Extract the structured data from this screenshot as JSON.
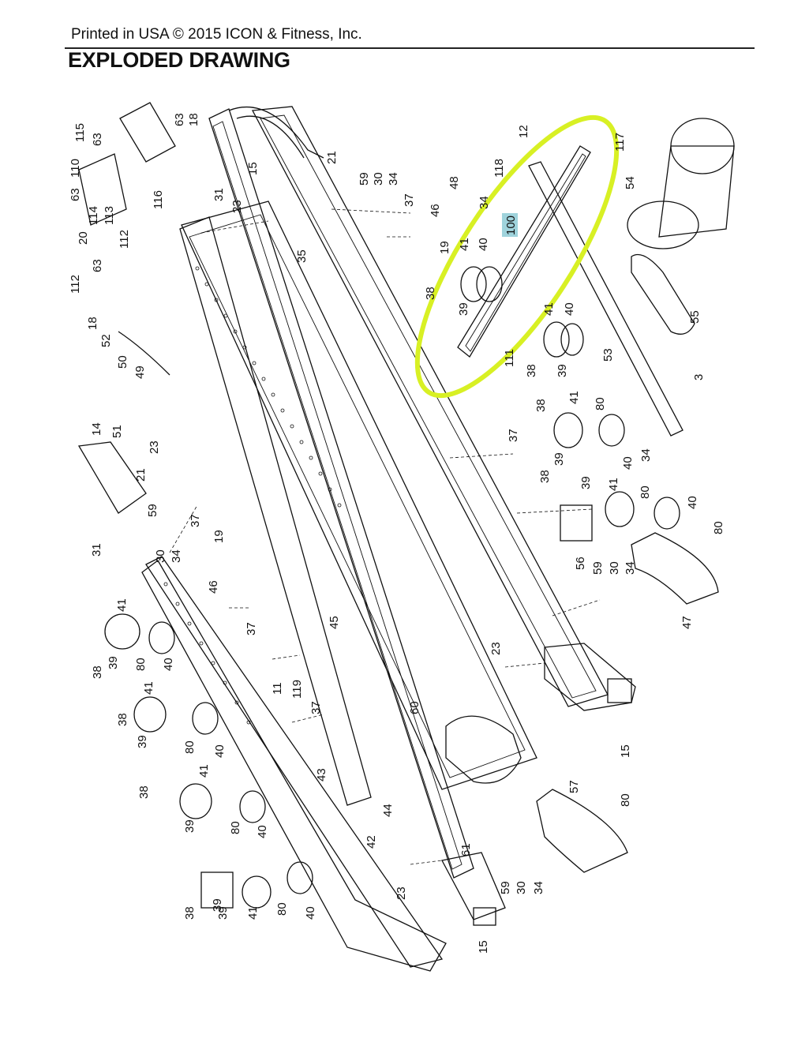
{
  "header": {
    "printed_line": "Printed in USA © 2015 ICON & Fitness, Inc.",
    "title": "EXPLODED DRAWING"
  },
  "highlight": {
    "color": "#d8f024",
    "label": "100",
    "label_color": "#9fd3dc"
  },
  "callouts": [
    {
      "id": "c1",
      "t": "115"
    },
    {
      "id": "c2",
      "t": "63"
    },
    {
      "id": "c3",
      "t": "110"
    },
    {
      "id": "c4",
      "t": "63"
    },
    {
      "id": "c5",
      "t": "114"
    },
    {
      "id": "c6",
      "t": "113"
    },
    {
      "id": "c7",
      "t": "116"
    },
    {
      "id": "c8",
      "t": "63"
    },
    {
      "id": "c9",
      "t": "18"
    },
    {
      "id": "c10",
      "t": "20"
    },
    {
      "id": "c11",
      "t": "63"
    },
    {
      "id": "c12",
      "t": "112"
    },
    {
      "id": "c13",
      "t": "112"
    },
    {
      "id": "c14",
      "t": "18"
    },
    {
      "id": "c15",
      "t": "31"
    },
    {
      "id": "c16",
      "t": "23"
    },
    {
      "id": "c17",
      "t": "15"
    },
    {
      "id": "c18",
      "t": "21"
    },
    {
      "id": "c19",
      "t": "59"
    },
    {
      "id": "c20",
      "t": "30"
    },
    {
      "id": "c21",
      "t": "34"
    },
    {
      "id": "c22",
      "t": "37"
    },
    {
      "id": "c23",
      "t": "48"
    },
    {
      "id": "c24",
      "t": "118"
    },
    {
      "id": "c25",
      "t": "12"
    },
    {
      "id": "c26",
      "t": "117"
    },
    {
      "id": "c27",
      "t": "54"
    },
    {
      "id": "c28",
      "t": "35"
    },
    {
      "id": "c29",
      "t": "46"
    },
    {
      "id": "c30",
      "t": "19"
    },
    {
      "id": "c31",
      "t": "34"
    },
    {
      "id": "c32",
      "t": "41"
    },
    {
      "id": "c33",
      "t": "40"
    },
    {
      "id": "c34",
      "t": "38"
    },
    {
      "id": "c35",
      "t": "39"
    },
    {
      "id": "c36",
      "t": "52"
    },
    {
      "id": "c37",
      "t": "50"
    },
    {
      "id": "c38",
      "t": "49"
    },
    {
      "id": "c39",
      "t": "41"
    },
    {
      "id": "c40",
      "t": "40"
    },
    {
      "id": "c41",
      "t": "38"
    },
    {
      "id": "c42",
      "t": "39"
    },
    {
      "id": "c43",
      "t": "111"
    },
    {
      "id": "c44",
      "t": "55"
    },
    {
      "id": "c45",
      "t": "53"
    },
    {
      "id": "c46",
      "t": "3"
    },
    {
      "id": "c47",
      "t": "14"
    },
    {
      "id": "c48",
      "t": "51"
    },
    {
      "id": "c49",
      "t": "23"
    },
    {
      "id": "c50",
      "t": "21"
    },
    {
      "id": "c51",
      "t": "38"
    },
    {
      "id": "c52",
      "t": "41"
    },
    {
      "id": "c53",
      "t": "80"
    },
    {
      "id": "c54",
      "t": "39"
    },
    {
      "id": "c55",
      "t": "40"
    },
    {
      "id": "c56",
      "t": "37"
    },
    {
      "id": "c57",
      "t": "34"
    },
    {
      "id": "c58",
      "t": "31"
    },
    {
      "id": "c59",
      "t": "59"
    },
    {
      "id": "c60",
      "t": "30"
    },
    {
      "id": "c61",
      "t": "34"
    },
    {
      "id": "c62",
      "t": "37"
    },
    {
      "id": "c63",
      "t": "19"
    },
    {
      "id": "c64",
      "t": "46"
    },
    {
      "id": "c65",
      "t": "38"
    },
    {
      "id": "c66",
      "t": "39"
    },
    {
      "id": "c67",
      "t": "41"
    },
    {
      "id": "c68",
      "t": "80"
    },
    {
      "id": "c69",
      "t": "40"
    },
    {
      "id": "c70",
      "t": "80"
    },
    {
      "id": "c71",
      "t": "56"
    },
    {
      "id": "c72",
      "t": "59"
    },
    {
      "id": "c73",
      "t": "30"
    },
    {
      "id": "c74",
      "t": "34"
    },
    {
      "id": "c75",
      "t": "47"
    },
    {
      "id": "c76",
      "t": "45"
    },
    {
      "id": "c77",
      "t": "37"
    },
    {
      "id": "c78",
      "t": "41"
    },
    {
      "id": "c79",
      "t": "38"
    },
    {
      "id": "c80",
      "t": "39"
    },
    {
      "id": "c81",
      "t": "80"
    },
    {
      "id": "c82",
      "t": "40"
    },
    {
      "id": "c83",
      "t": "23"
    },
    {
      "id": "c84",
      "t": "11"
    },
    {
      "id": "c85",
      "t": "119"
    },
    {
      "id": "c86",
      "t": "37"
    },
    {
      "id": "c87",
      "t": "60"
    },
    {
      "id": "c88",
      "t": "41"
    },
    {
      "id": "c89",
      "t": "38"
    },
    {
      "id": "c90",
      "t": "39"
    },
    {
      "id": "c91",
      "t": "80"
    },
    {
      "id": "c92",
      "t": "40"
    },
    {
      "id": "c93",
      "t": "15"
    },
    {
      "id": "c94",
      "t": "43"
    },
    {
      "id": "c95",
      "t": "41"
    },
    {
      "id": "c96",
      "t": "38"
    },
    {
      "id": "c97",
      "t": "39"
    },
    {
      "id": "c98",
      "t": "80"
    },
    {
      "id": "c99",
      "t": "40"
    },
    {
      "id": "c100",
      "t": "44"
    },
    {
      "id": "c101",
      "t": "57"
    },
    {
      "id": "c102",
      "t": "80"
    },
    {
      "id": "c103",
      "t": "42"
    },
    {
      "id": "c104",
      "t": "61"
    },
    {
      "id": "c105",
      "t": "23"
    },
    {
      "id": "c106",
      "t": "59"
    },
    {
      "id": "c107",
      "t": "30"
    },
    {
      "id": "c108",
      "t": "34"
    },
    {
      "id": "c109",
      "t": "38"
    },
    {
      "id": "c110",
      "t": "39"
    },
    {
      "id": "c111",
      "t": "41"
    },
    {
      "id": "c112",
      "t": "80"
    },
    {
      "id": "c113",
      "t": "40"
    },
    {
      "id": "c114",
      "t": "15"
    },
    {
      "id": "c115",
      "t": "39"
    }
  ]
}
